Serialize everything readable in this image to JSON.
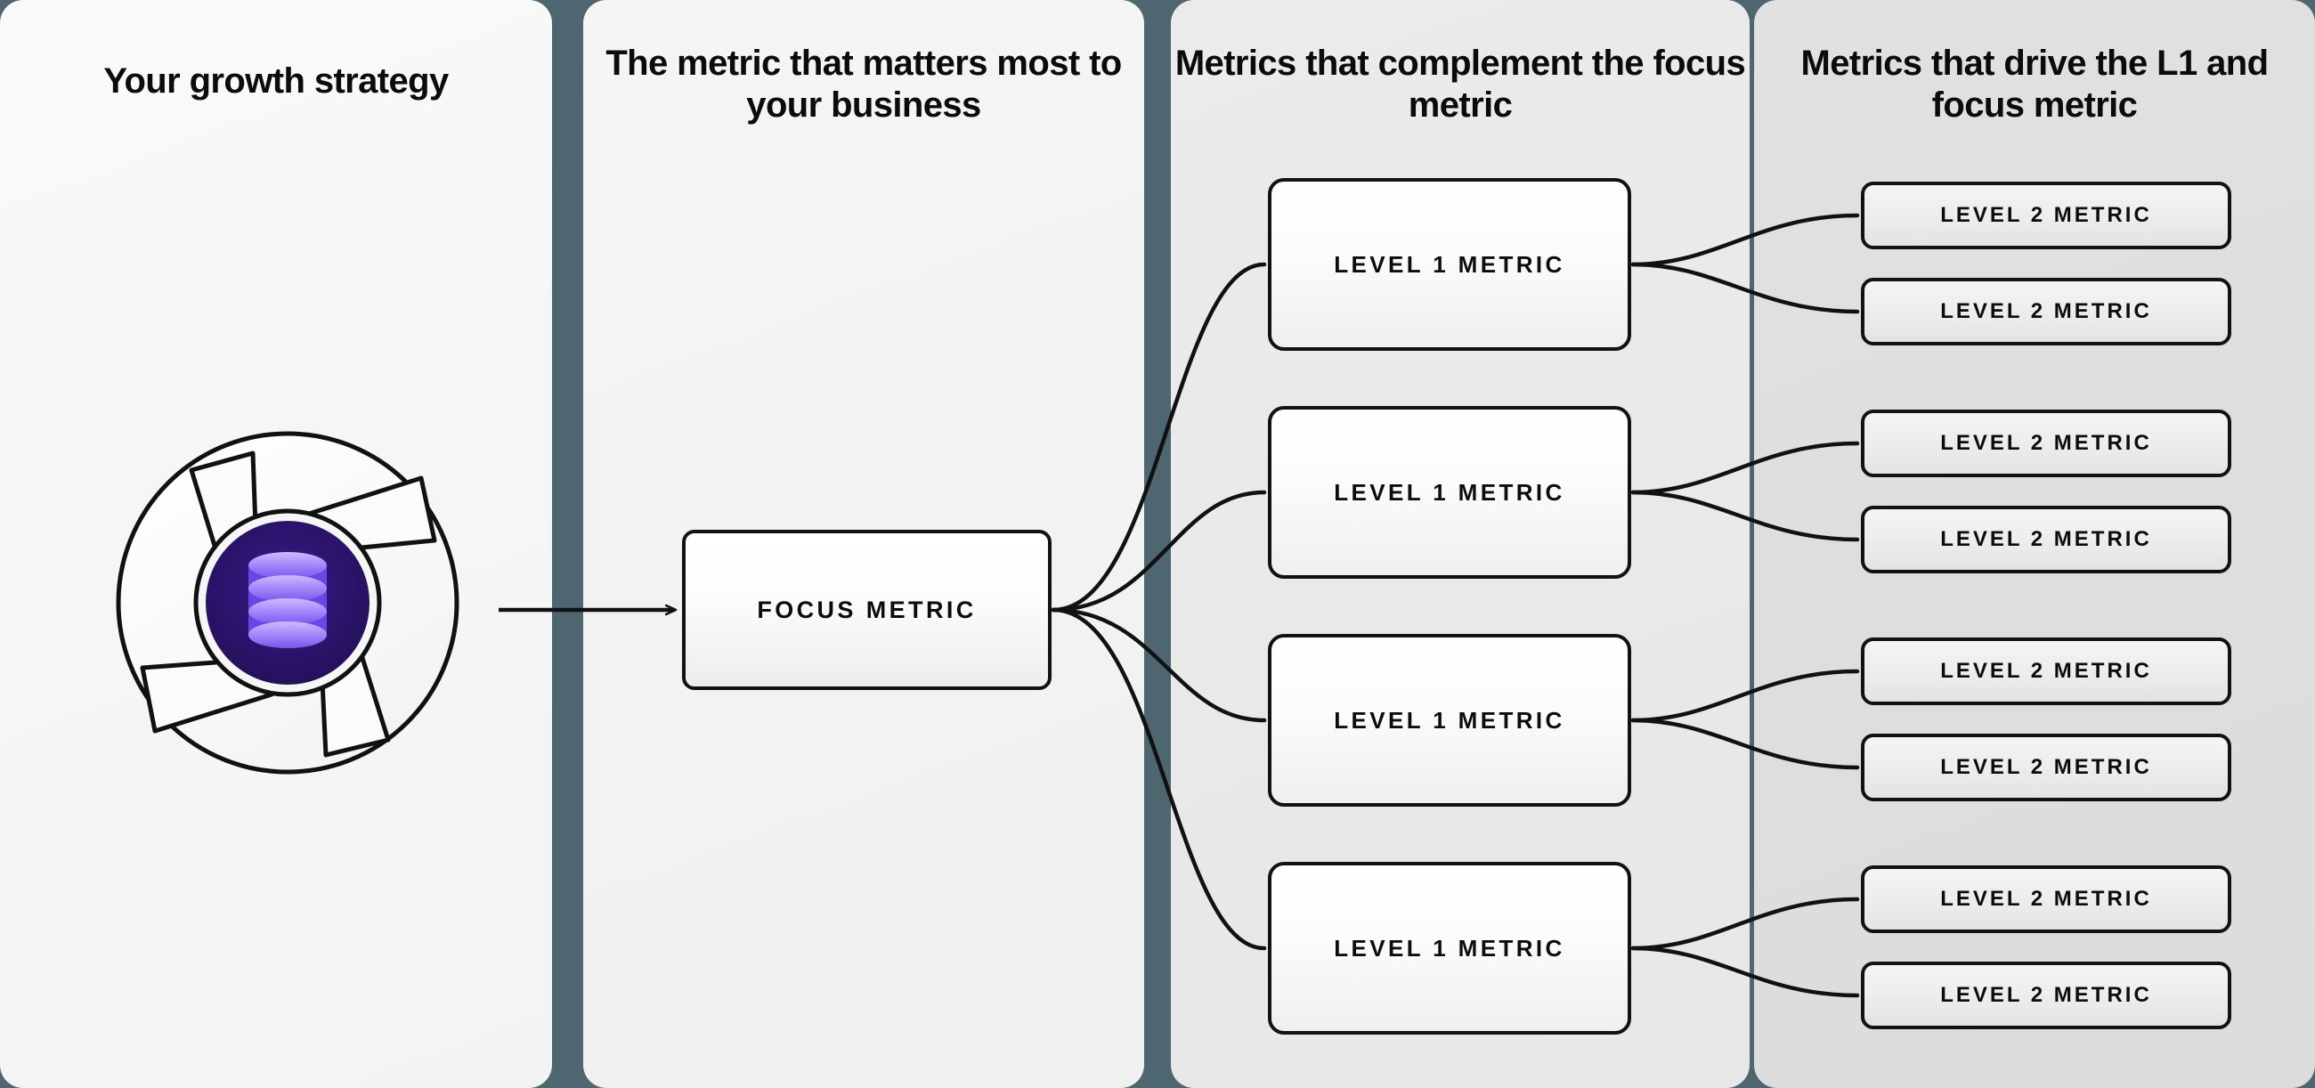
{
  "columns": [
    {
      "id": "growth-strategy",
      "title": "Your growth strategy"
    },
    {
      "id": "focus-metric",
      "title": "The metric that matters most to your business"
    },
    {
      "id": "complement-metrics",
      "title": "Metrics that complement the focus metric"
    },
    {
      "id": "driver-metrics",
      "title": "Metrics that drive the L1 and focus metric"
    }
  ],
  "emblem": {
    "name": "growth-cycle-emblem",
    "inner_icon": "database-icon",
    "ring_color": "#f7f7f7",
    "core_color": "#2b1269",
    "core_accent": "#7c5cf5",
    "stroke_color": "#111111"
  },
  "focus_node": {
    "label": "FOCUS METRIC"
  },
  "level1_nodes": [
    {
      "label": "LEVEL 1 METRIC"
    },
    {
      "label": "LEVEL 1 METRIC"
    },
    {
      "label": "LEVEL 1 METRIC"
    },
    {
      "label": "LEVEL 1 METRIC"
    }
  ],
  "level2_nodes": [
    {
      "label": "LEVEL 2 METRIC"
    },
    {
      "label": "LEVEL 2 METRIC"
    },
    {
      "label": "LEVEL 2 METRIC"
    },
    {
      "label": "LEVEL 2 METRIC"
    },
    {
      "label": "LEVEL 2 METRIC"
    },
    {
      "label": "LEVEL 2 METRIC"
    },
    {
      "label": "LEVEL 2 METRIC"
    },
    {
      "label": "LEVEL 2 METRIC"
    }
  ],
  "theme": {
    "divider_color": "#4d6670",
    "panel_1_bg": "#f7f7f7",
    "panel_2_bg": "#f2f2f2",
    "panel_3_bg": "#e9e9e9",
    "panel_4_bg": "#dedede",
    "node_border": "#121212",
    "text_color": "#0b0b0b",
    "connector_color": "#111111"
  }
}
